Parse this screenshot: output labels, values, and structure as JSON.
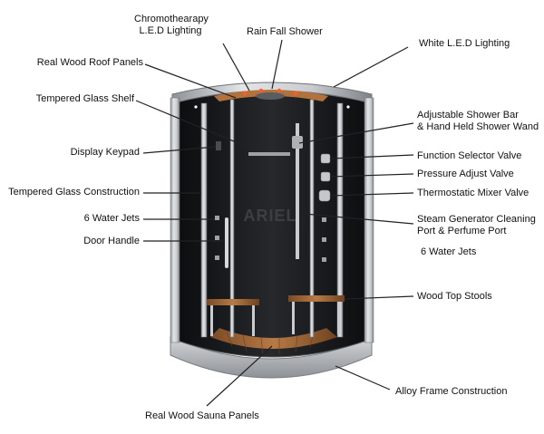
{
  "product": {
    "brand_mark": "ARIEL"
  },
  "callouts": [
    {
      "id": "chromotherapy",
      "text": "Chromothearapy\nL.E.D Lighting"
    },
    {
      "id": "rain-fall-shower",
      "text": "Rain Fall Shower"
    },
    {
      "id": "white-led",
      "text": "White L.E.D Lighting"
    },
    {
      "id": "roof-panels",
      "text": "Real Wood Roof Panels"
    },
    {
      "id": "glass-shelf",
      "text": "Tempered Glass Shelf"
    },
    {
      "id": "shower-bar",
      "text": "Adjustable Shower Bar\n& Hand Held Shower Wand"
    },
    {
      "id": "display-keypad",
      "text": "Display Keypad"
    },
    {
      "id": "function-selector",
      "text": "Function Selector Valve"
    },
    {
      "id": "pressure-adjust",
      "text": "Pressure Adjust Valve"
    },
    {
      "id": "glass-construction",
      "text": "Tempered Glass Construction"
    },
    {
      "id": "thermostatic-mixer",
      "text": "Thermostatic Mixer Valve"
    },
    {
      "id": "water-jets-left",
      "text": "6 Water Jets"
    },
    {
      "id": "steam-generator",
      "text": "Steam Generator Cleaning\nPort & Perfume Port"
    },
    {
      "id": "door-handle",
      "text": "Door Handle"
    },
    {
      "id": "water-jets-right",
      "text": "6 Water Jets"
    },
    {
      "id": "wood-stools",
      "text": "Wood Top Stools"
    },
    {
      "id": "alloy-frame",
      "text": "Alloy Frame Construction"
    },
    {
      "id": "sauna-panels",
      "text": "Real Wood Sauna Panels"
    }
  ],
  "colors": {
    "frame": "#b9bcc0",
    "glass": "#141517",
    "wood": "#a0663a",
    "leader": "#222222"
  }
}
